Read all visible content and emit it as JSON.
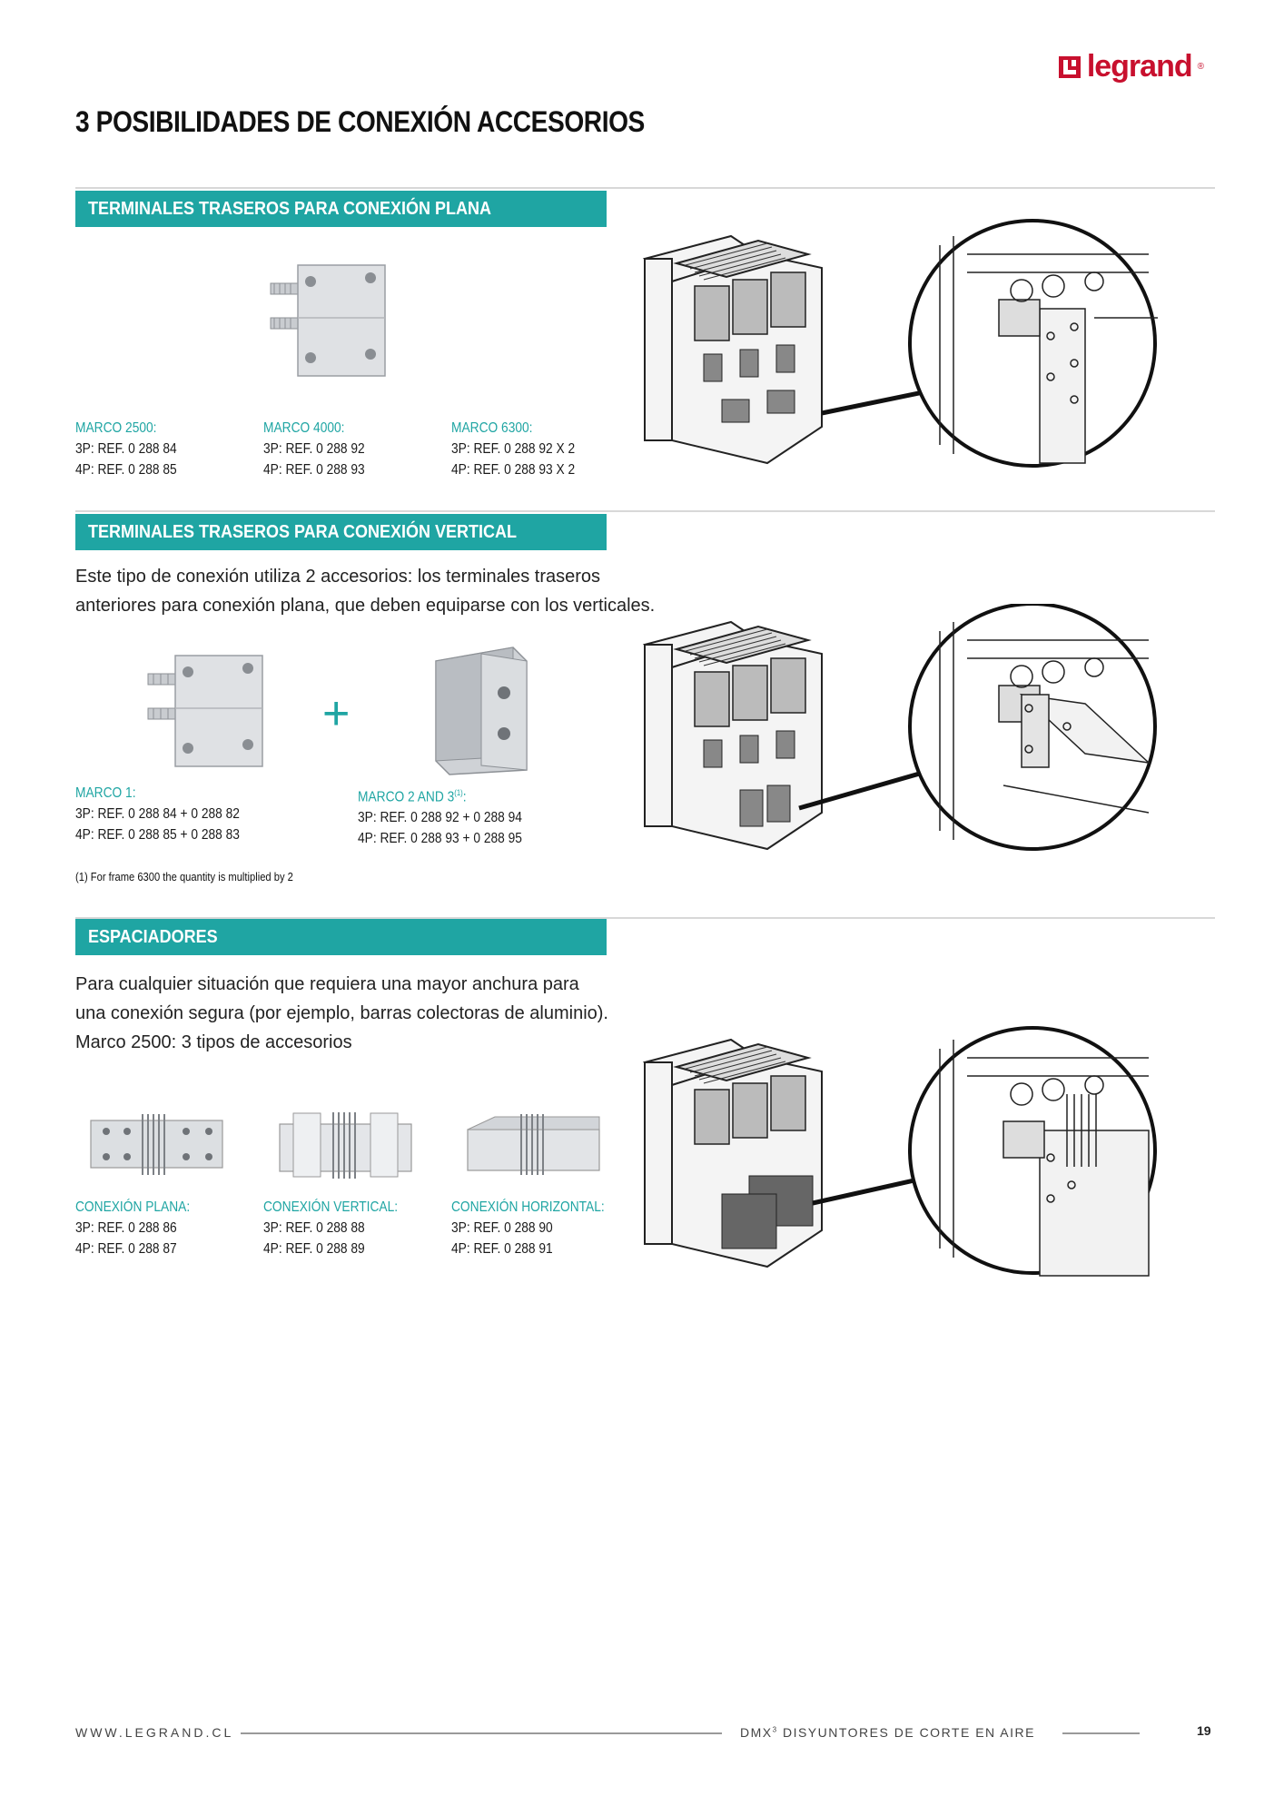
{
  "brand": {
    "name": "legrand",
    "registered": "®"
  },
  "page_title": "3 POSIBILIDADES DE CONEXIÓN ACCESORIOS",
  "section1": {
    "title": "TERMINALES TRASEROS PARA CONEXIÓN PLANA",
    "refs": [
      {
        "heading": "MARCO 2500:",
        "line1": "3P: REF. 0 288 84",
        "line2": "4P: REF. 0 288 85"
      },
      {
        "heading": "MARCO 4000:",
        "line1": "3P: REF. 0 288 92",
        "line2": "4P: REF. 0 288 93"
      },
      {
        "heading": "MARCO 6300:",
        "line1": "3P: REF. 0 288 92 X 2",
        "line2": "4P: REF. 0 288 93 X 2"
      }
    ]
  },
  "section2": {
    "title": "TERMINALES TRASEROS PARA CONEXIÓN VERTICAL",
    "intro_line1": "Este tipo de conexión utiliza 2 accesorios: los terminales traseros",
    "intro_line2": "anteriores para conexión plana, que deben equiparse con los verticales.",
    "plus_symbol": "+",
    "refs": [
      {
        "heading": "MARCO 1:",
        "line1": "3P: REF.  0 288 84 + 0 288 82",
        "line2": "4P: REF.  0 288 85 + 0 288 83"
      },
      {
        "heading": "MARCO 2 AND 3",
        "sup": "(1)",
        "heading_tail": ":",
        "line1": "3P: REF. 0 288 92 + 0 288 94",
        "line2": "4P: REF. 0 288 93 + 0 288 95"
      }
    ],
    "footnote": "(1) For frame 6300 the quantity is multiplied by 2"
  },
  "section3": {
    "title": "ESPACIADORES",
    "intro_line1": "Para cualquier situación que requiera una mayor anchura para",
    "intro_line2": "una conexión segura (por ejemplo, barras colectoras de aluminio).",
    "intro_line3": "Marco 2500: 3 tipos de accesorios",
    "refs": [
      {
        "heading": "CONEXIÓN PLANA:",
        "line1": "3P: REF. 0 288 86",
        "line2": "4P: REF. 0 288 87"
      },
      {
        "heading": "CONEXIÓN VERTICAL:",
        "line1": "3P: REF. 0 288 88",
        "line2": "4P: REF. 0 288 89"
      },
      {
        "heading": "CONEXIÓN HORIZONTAL:",
        "line1": "3P: REF. 0 288 90",
        "line2": "4P: REF. 0 288 91"
      }
    ]
  },
  "footer": {
    "website": "WWW.LEGRAND.CL",
    "product_prefix": "DMX",
    "product_sup": "3",
    "product_rest": " DISYUNTORES DE CORTE EN AIRE",
    "page_number": "19"
  },
  "colors": {
    "accent": "#1fa5a3",
    "brand": "#c8102e"
  }
}
